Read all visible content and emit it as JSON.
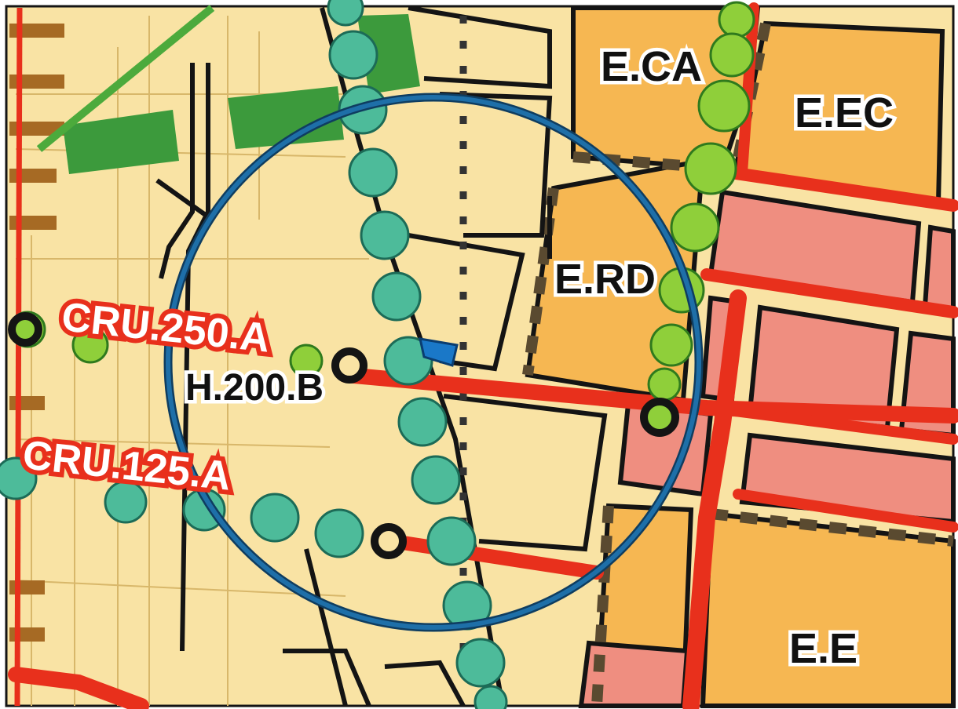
{
  "map": {
    "zone_labels": {
      "eca": "E.CA",
      "eec": "E.EC",
      "erd": "E.RD",
      "ee": "E.E",
      "h200b": "H.200.B"
    },
    "road_labels": {
      "cru250a": "CRU.250.A",
      "cru125a": "CRU.125.A"
    }
  },
  "colors": {
    "residential_light": "#f9e3a4",
    "residential_orange": "#f6b752",
    "commercial_pink": "#ef8e80",
    "road_red": "#e8301c",
    "park_green": "#3c9a3c",
    "teal_line": "#4dbb9a",
    "lime_line": "#8fcf3a",
    "highlight_circle": "#1e6fa8",
    "marker_blue": "#1a78c8",
    "outline": "#141414"
  }
}
